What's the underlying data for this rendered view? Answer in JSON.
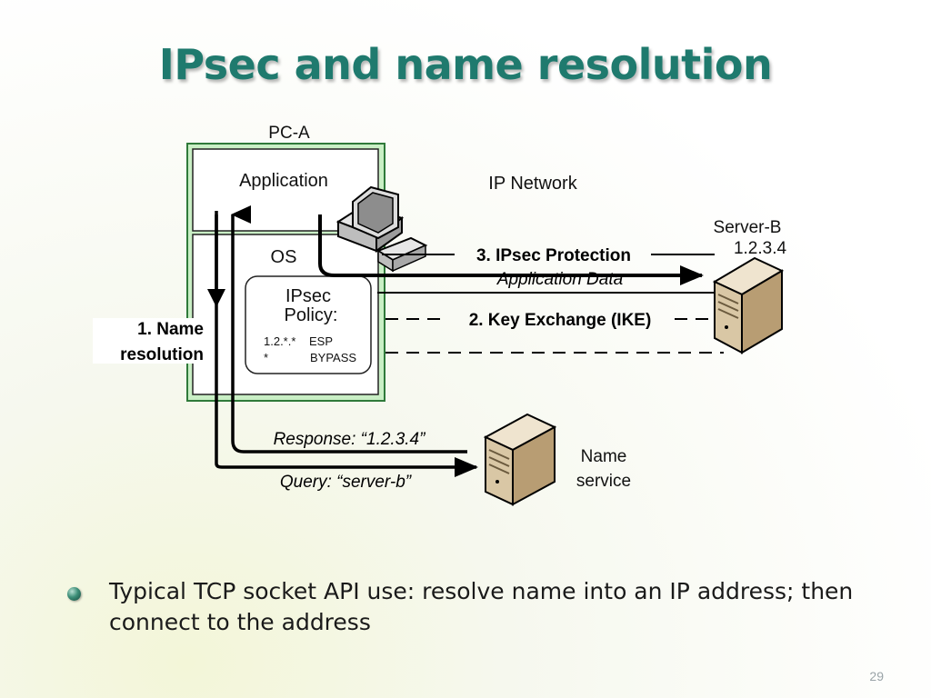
{
  "slide": {
    "title": "IPsec and name resolution",
    "bullet": "Typical TCP socket API use: resolve name into an IP address; then connect to the address",
    "page_number": "29"
  },
  "diagram": {
    "pc": {
      "label": "PC-A",
      "application_label": "Application",
      "os_label": "OS",
      "computer_icon": "desktop-computer-icon"
    },
    "policy": {
      "title_line1": "IPsec",
      "title_line2": "Policy:",
      "rules": [
        {
          "match": "1.2.*.*",
          "action": "ESP"
        },
        {
          "match": "*",
          "action": "BYPASS"
        }
      ]
    },
    "network_label": "IP Network",
    "server_b": {
      "name": "Server-B",
      "address": "1.2.3.4",
      "icon": "server-icon"
    },
    "name_service": {
      "line1": "Name",
      "line2": "service",
      "icon": "server-icon"
    },
    "steps": {
      "name_resolution_line1": "1. Name",
      "name_resolution_line2": "resolution",
      "key_exchange": "2. Key Exchange (IKE)",
      "ipsec_protection": "3. IPsec Protection",
      "application_data": "Application Data"
    },
    "messages": {
      "response": "Response: “1.2.3.4”",
      "query": "Query: “server-b”"
    },
    "colors": {
      "pc_frame": "#2f7a3a",
      "pc_fill": "#c9efc5",
      "server_body": "#d9c7a5",
      "line": "#000000"
    }
  }
}
